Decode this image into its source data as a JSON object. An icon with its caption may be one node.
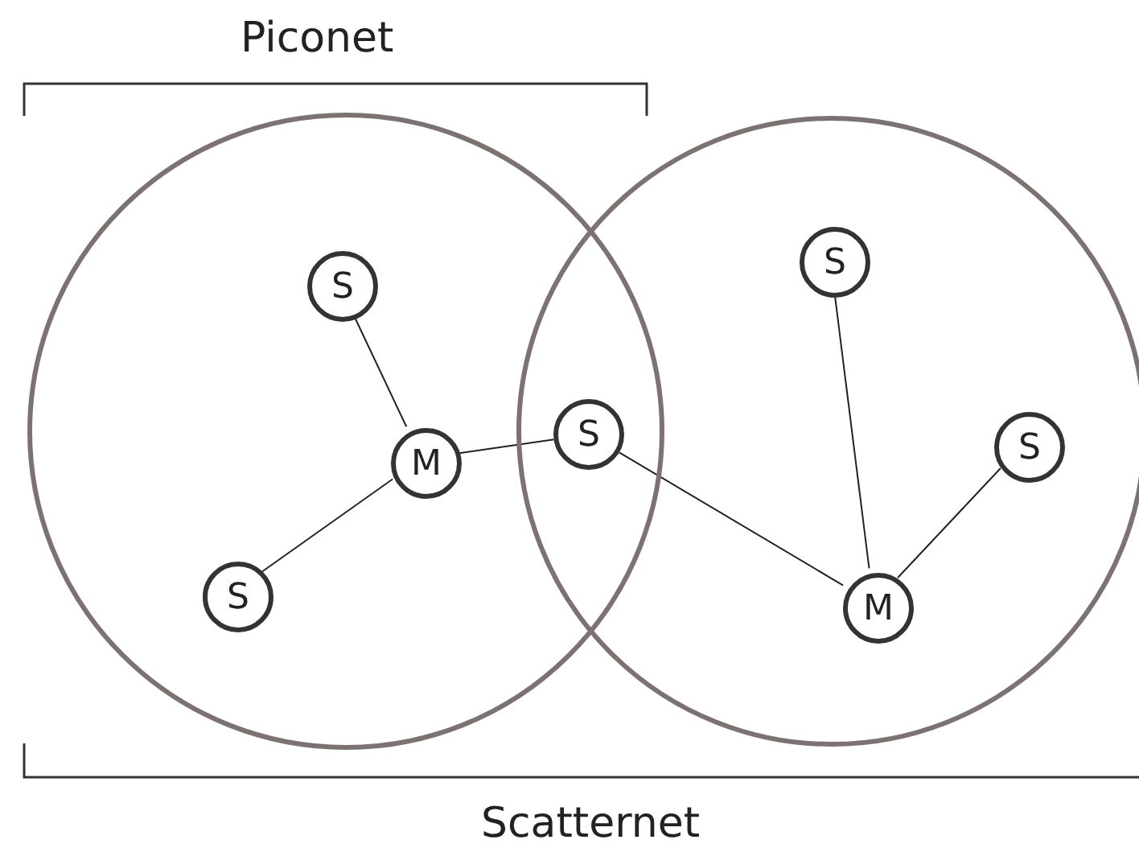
{
  "diagram": {
    "nodes": [
      {
        "text": [],
        "shape": "circle"
      },
      {
        "text": [],
        "shape": "circle"
      },
      {
        "text": [
          "S"
        ],
        "in": 0
      },
      {
        "text": [
          "M"
        ],
        "in": 0
      },
      {
        "text": [
          "S"
        ],
        "in": 0
      },
      {
        "text": [
          "S"
        ]
      },
      {
        "text": [
          "S"
        ],
        "in": 1
      },
      {
        "text": [
          "S"
        ],
        "in": 1
      },
      {
        "text": [
          "M"
        ],
        "in": 1
      }
    ],
    "edges": [
      {
        "from": 2,
        "to": 3,
        "arrow": "none"
      },
      {
        "from": 3,
        "to": 4,
        "arrow": "none"
      },
      {
        "from": 3,
        "to": 5,
        "arrow": "none"
      },
      {
        "from": 5,
        "to": 8,
        "arrow": "none"
      },
      {
        "from": 6,
        "to": 8,
        "arrow": "none"
      },
      {
        "from": 7,
        "to": 8,
        "arrow": "none"
      }
    ],
    "labels": [
      "Piconet",
      "Scatternet"
    ]
  }
}
